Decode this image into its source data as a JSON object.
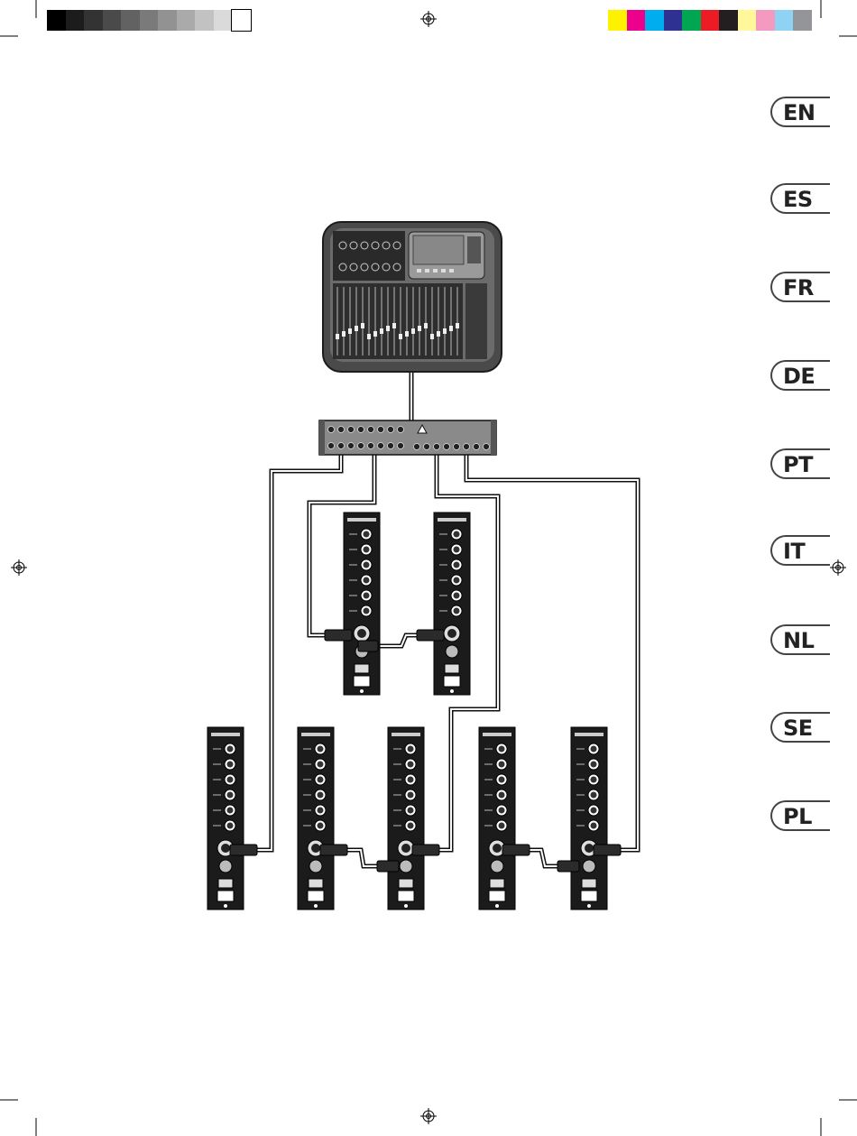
{
  "print_marks": {
    "gray_scale": [
      "#000000",
      "#1c1c1c",
      "#333333",
      "#4a4a4a",
      "#626262",
      "#7a7a7a",
      "#929292",
      "#aaaaaa",
      "#c2c2c2",
      "#dadada",
      "#ffffff"
    ],
    "color_bar": [
      "#fff200",
      "#ec008c",
      "#00aeef",
      "#2e3192",
      "#00a651",
      "#ed1c24",
      "#231f20",
      "#fff799",
      "#f49ac1",
      "#8fd3f4",
      "#939598"
    ]
  },
  "languages": [
    "EN",
    "ES",
    "FR",
    "DE",
    "PT",
    "IT",
    "NL",
    "SE",
    "PL"
  ],
  "diagram": {
    "mixer": "digital-mixer",
    "stagebox": "stage-box",
    "speakers": [
      "speaker-top-1",
      "speaker-top-2",
      "speaker-bottom-1",
      "speaker-bottom-2",
      "speaker-bottom-3",
      "speaker-bottom-4",
      "speaker-bottom-5"
    ]
  }
}
